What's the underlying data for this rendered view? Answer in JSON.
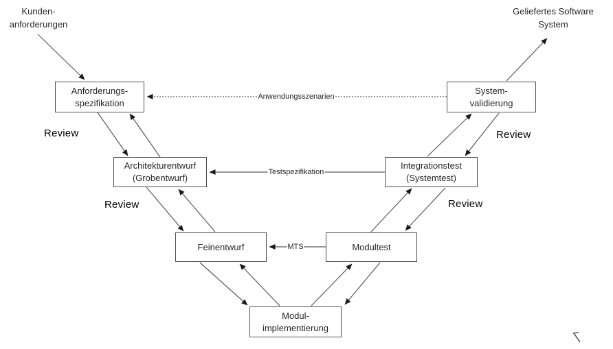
{
  "diagram": {
    "kind": "v-model-software-development",
    "external_labels": {
      "customer_requirements": {
        "line1": "Kunden-",
        "line2": "anforderungen"
      },
      "delivered_system": {
        "line1": "Geliefertes Software",
        "line2": "System"
      }
    },
    "boxes": {
      "requirements_spec": {
        "line1": "Anforderungs-",
        "line2": "spezifikation"
      },
      "system_validation": {
        "line1": "System-",
        "line2": "validierung"
      },
      "architecture_design": {
        "line1": "Architekturentwurf",
        "line2": "(Grobentwurf)"
      },
      "integration_test": {
        "line1": "Integrationstest",
        "line2": "(Systemtest)"
      },
      "detailed_design": {
        "line1": "Feinentwurf"
      },
      "module_test": {
        "line1": "Modultest"
      },
      "module_implementation": {
        "line1": "Modul-",
        "line2": "implementierung"
      }
    },
    "connectors": {
      "application_scenarios": "Anwendungsszenarien",
      "test_specification": "Testspezifikation",
      "module_test_spec": "MTS"
    },
    "labels": {
      "review": "Review"
    },
    "colors": {
      "line": "#595959",
      "arrowhead": "#1a1a1a",
      "box_border": "#4d4d4d",
      "text": "#262626",
      "background": "#ffffff"
    }
  }
}
